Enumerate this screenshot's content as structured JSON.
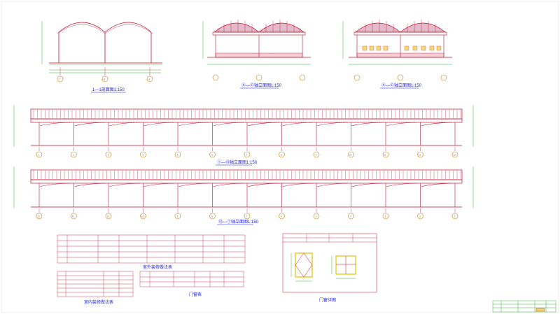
{
  "titles": {
    "section_1": "1—1剖面图1:150",
    "elev_a": "Ⓐ—Ⓒ轴立面图1:150",
    "elev_b": "Ⓐ—Ⓒ轴立面图1:150",
    "elev_long_1": "①—⑬轴立面图1:150",
    "elev_long_2": "⑬—①轴立面图1:150",
    "table_finish": "室外装修做法表",
    "table_interior": "室内装修做法表",
    "table_door": "门窗表",
    "table_door_detail": "门窗详图"
  },
  "axes": {
    "section_bubbles": [
      "C",
      "B",
      "A"
    ],
    "long_bubbles_1": [
      "1",
      "2",
      "3",
      "4",
      "5",
      "6",
      "7",
      "8",
      "9",
      "10",
      "11",
      "12",
      "13"
    ],
    "long_bubbles_2": [
      "13",
      "12",
      "11",
      "10",
      "9",
      "8",
      "7",
      "6",
      "5",
      "4",
      "3",
      "2",
      "1"
    ]
  },
  "colors": {
    "line": "#c8102e",
    "dim": "#00a000",
    "text": "#1a1aff",
    "bubble": "#b8860b",
    "window": "#e6c200",
    "roof": "#b23a6a"
  }
}
